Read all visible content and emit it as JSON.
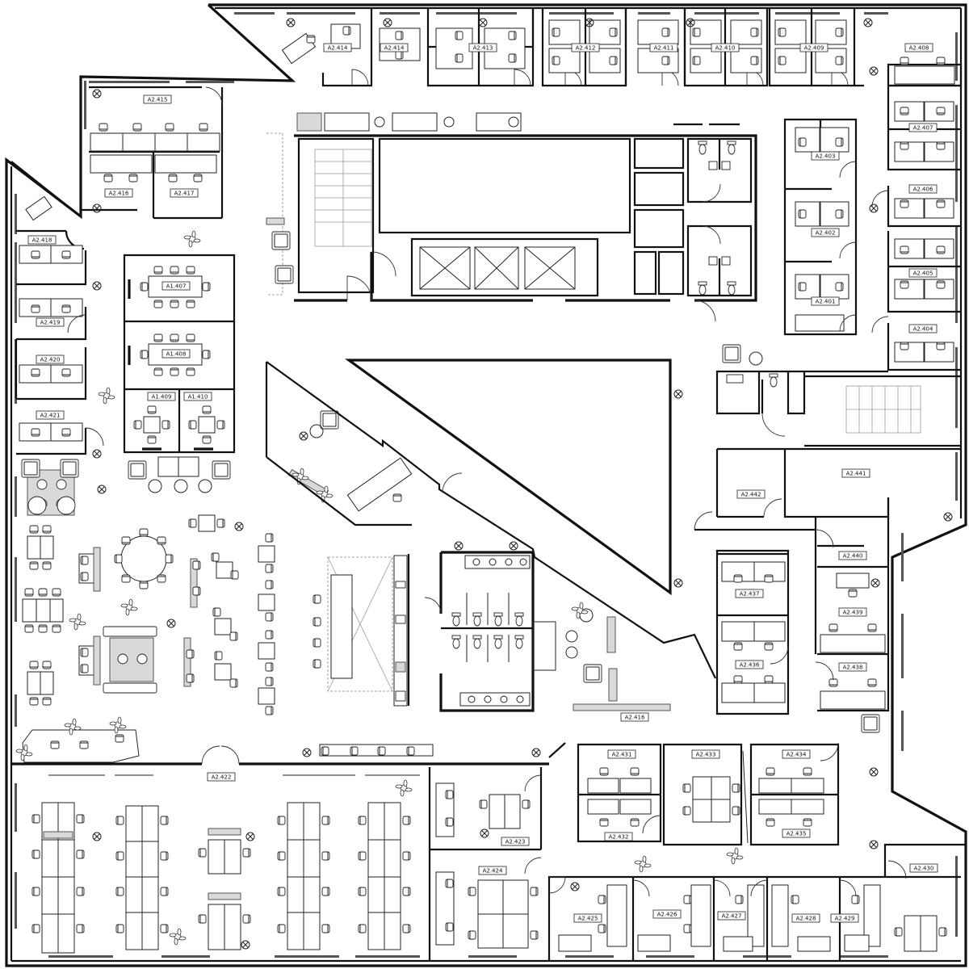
{
  "rooms": [
    "A2.414",
    "A2.414",
    "A2.413",
    "A2.412",
    "A2.411",
    "A2.410",
    "A2.409",
    "A2.408",
    "A2.415",
    "A2.416",
    "A2.417",
    "A2.418",
    "A2.419",
    "A2.420",
    "A2.421",
    "A1.407",
    "A1.408",
    "A1.409",
    "A1.410",
    "A2.403",
    "A2.402",
    "A2.401",
    "A2.407",
    "A2.406",
    "A2.405",
    "A2.404",
    "A2.442",
    "A2.441",
    "A2.440",
    "A2.439",
    "A2.438",
    "A2.437",
    "A2.436",
    "A2.416",
    "A2.431",
    "A2.432",
    "A2.433",
    "A2.434",
    "A2.435",
    "A2.422",
    "A2.423",
    "A2.424",
    "A2.425",
    "A2.426",
    "A2.427",
    "A2.428",
    "A2.429",
    "A2.430"
  ]
}
